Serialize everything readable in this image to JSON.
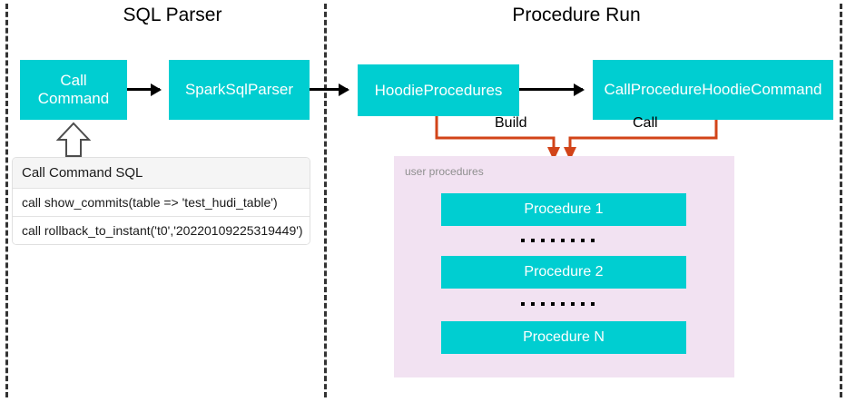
{
  "diagram": {
    "sections": [
      {
        "id": "sql-parser",
        "title": "SQL Parser"
      },
      {
        "id": "procedure-run",
        "title": "Procedure Run"
      }
    ],
    "nodes": {
      "call_command": "Call\nCommand",
      "spark_sql_parser": "SparkSqlParser",
      "hoodie_procedures": "HoodieProcedures",
      "call_procedure_hoodie_command": "CallProcedureHoodieCommand"
    },
    "edge_labels": {
      "build": "Build",
      "call": "Call"
    },
    "sql_table": {
      "header": "Call Command SQL",
      "rows": [
        "call show_commits(table => 'test_hudi_table')",
        "call rollback_to_instant('t0','20220109225319449')"
      ]
    },
    "user_procedures": {
      "label": "user procedures",
      "items": [
        {
          "label": "Procedure 1"
        },
        {
          "label": "Procedure 2"
        },
        {
          "label": "Procedure N"
        }
      ],
      "ellipsis_dot_count": 8
    },
    "colors": {
      "node_fill": "#00CED1",
      "node_text": "#FFFFFF",
      "panel_fill": "#F2E2F2",
      "connector": "#D24419",
      "flow_arrow": "#000000",
      "divider": "#333333",
      "table_header_fill": "#F5F5F5"
    }
  }
}
